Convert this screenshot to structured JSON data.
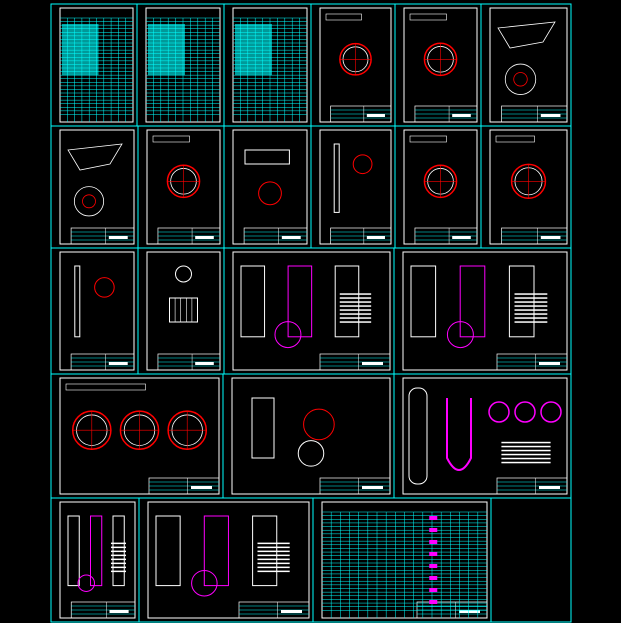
{
  "colors": {
    "background": "#000000",
    "sheet_border": "#00ffff",
    "frame": "#ffffff",
    "geometry_red": "#ff0000",
    "geometry_magenta": "#ff00ff",
    "fill_cyan": "#00ffff",
    "accent_yellow": "#ffff00"
  },
  "sheets": [
    {
      "kind": "table"
    },
    {
      "kind": "table"
    },
    {
      "kind": "table"
    },
    {
      "kind": "ring"
    },
    {
      "kind": "ring"
    },
    {
      "kind": "cone"
    },
    {
      "kind": "cone"
    },
    {
      "kind": "ring"
    },
    {
      "kind": "box"
    },
    {
      "kind": "pipe"
    },
    {
      "kind": "circle"
    },
    {
      "kind": "circle"
    },
    {
      "kind": "pipe"
    },
    {
      "kind": "grid"
    },
    {
      "kind": "assembly"
    },
    {
      "kind": "assembly"
    },
    {
      "kind": "rings"
    },
    {
      "kind": "plates"
    },
    {
      "kind": "vessel"
    },
    {
      "kind": "frames"
    },
    {
      "kind": "assembly"
    },
    {
      "kind": "schedule"
    }
  ]
}
